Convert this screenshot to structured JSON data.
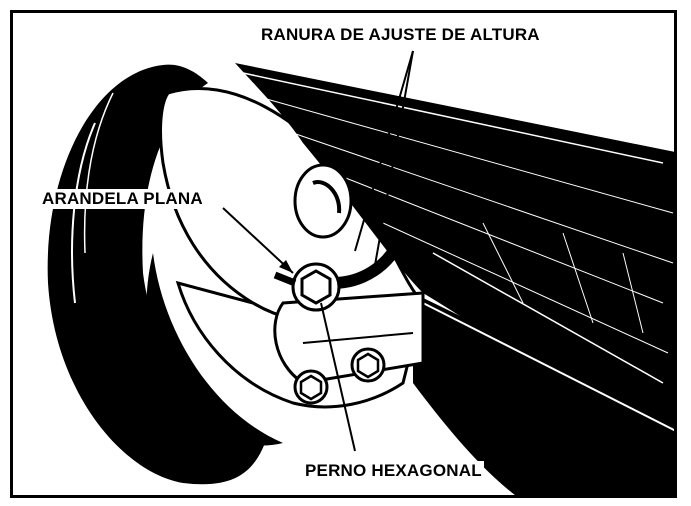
{
  "callouts": {
    "height_adjust_slot": "RANURA DE AJUSTE DE ALTURA",
    "flat_washer": "ARANDELA PLANA",
    "hex_bolt": "PERNO HEXAGONAL"
  },
  "colors": {
    "ink": "#000000",
    "paper": "#ffffff"
  }
}
